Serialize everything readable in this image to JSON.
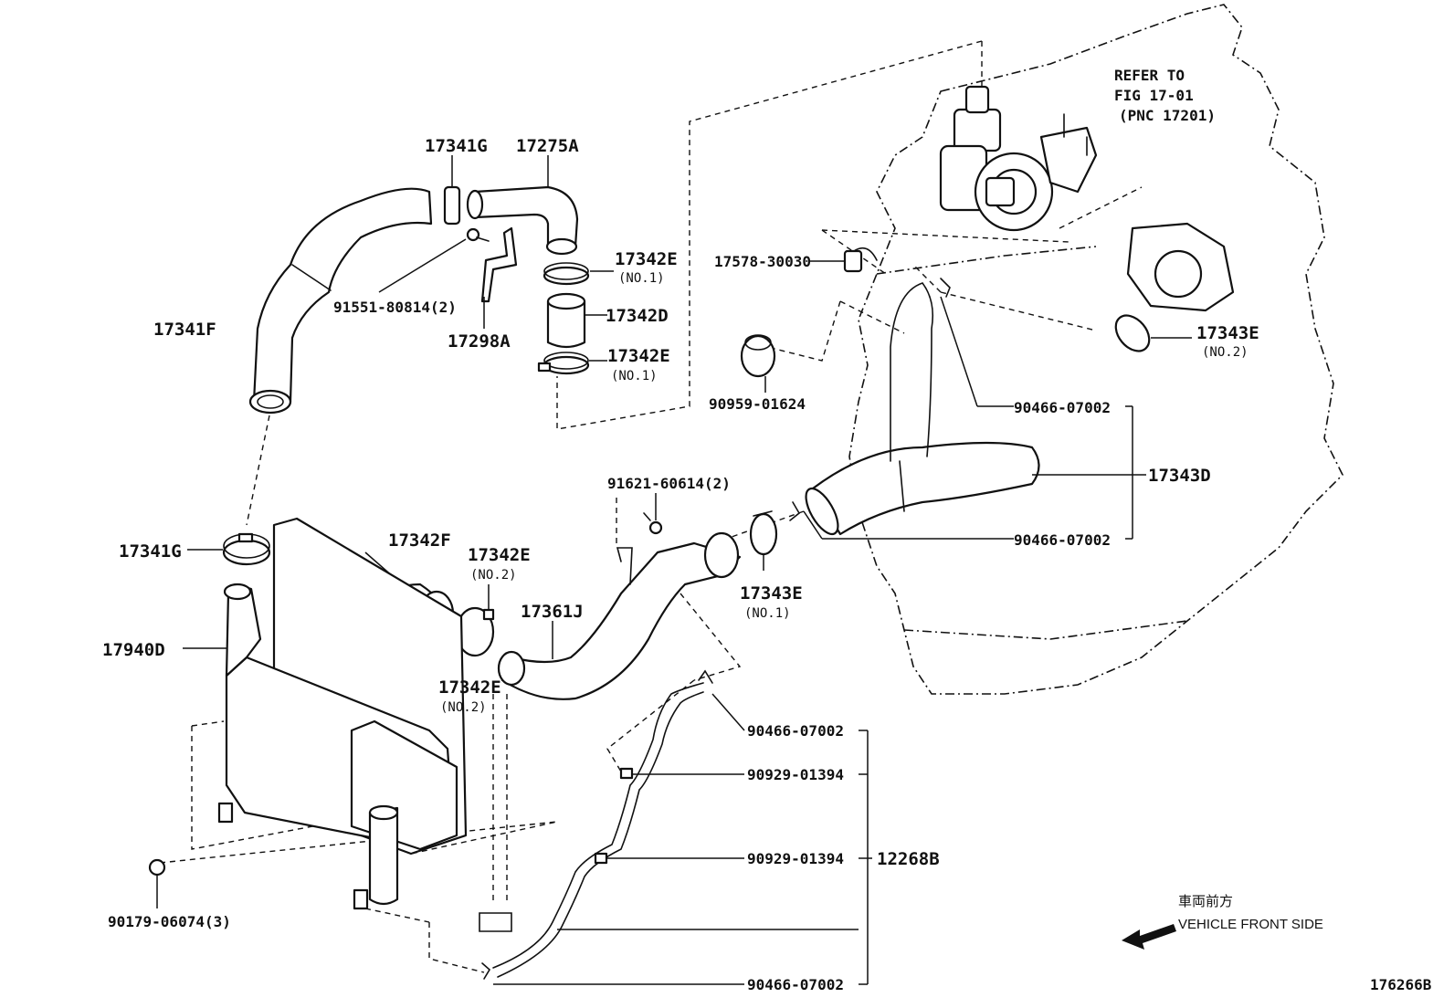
{
  "labels": {
    "refer_to": "REFER TO",
    "fig_ref": "FIG 17-01",
    "pnc_ref": "(PNC 17201)",
    "p17341g_top": "17341G",
    "p17275a": "17275A",
    "p17342e_top": "17342E",
    "p17342e_top_sub": "(NO.1)",
    "p17342d": "17342D",
    "p17342e_mid": "17342E",
    "p17342e_mid_sub": "(NO.1)",
    "p91551": "91551-80814(2)",
    "p17298a": "17298A",
    "p17341f": "17341F",
    "p17578": "17578-30030",
    "p90959": "90959-01624",
    "p17343e_right": "17343E",
    "p17343e_right_sub": "(NO.2)",
    "p90466_a": "90466-07002",
    "p17343d": "17343D",
    "p90466_b": "90466-07002",
    "p91621": "91621-60614(2)",
    "p17343e_low": "17343E",
    "p17343e_low_sub": "(NO.1)",
    "p17341g_low": "17341G",
    "p17342f": "17342F",
    "p17342e_no2a": "17342E",
    "p17342e_no2a_sub": "(NO.2)",
    "p17361j": "17361J",
    "p17940d": "17940D",
    "p17342e_no2b": "17342E",
    "p17342e_no2b_sub": "(NO.2)",
    "p90466_c": "90466-07002",
    "p90929_a": "90929-01394",
    "p90929_b": "90929-01394",
    "p12268b": "12268B",
    "p90179": "90179-06074(3)",
    "p90466_d": "90466-07002",
    "vehicle_jp": "車両前方",
    "vehicle_en": "VEHICLE FRONT SIDE",
    "fig_id": "176266B"
  }
}
